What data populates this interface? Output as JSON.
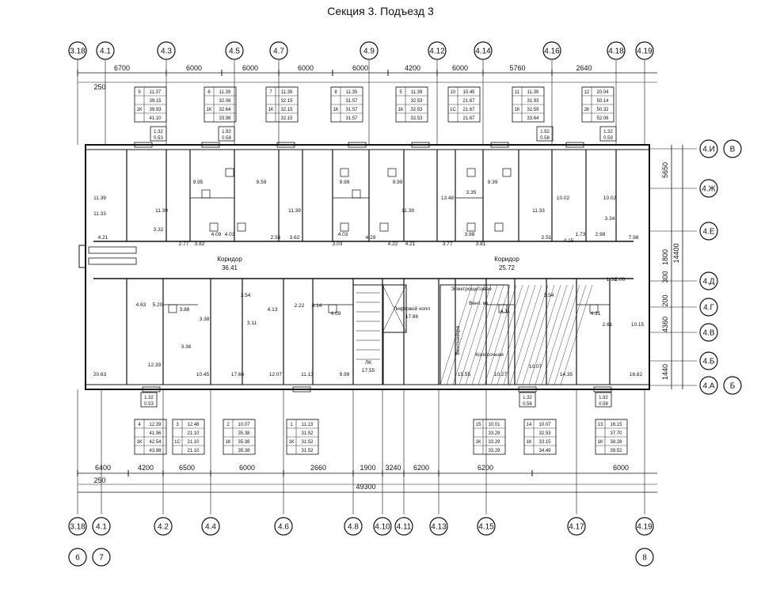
{
  "title": "Секция 3. Подъезд 3",
  "top_axes": [
    "3.18",
    "4.1",
    "4.3",
    "4.5",
    "4.7",
    "4.9",
    "4.12",
    "4.14",
    "4.16",
    "4.18",
    "4.19"
  ],
  "bottom_axes": [
    "3.18",
    "4.1",
    "4.2",
    "4.4",
    "4.6",
    "4.8",
    "4.10",
    "4.11",
    "4.13",
    "4.15",
    "4.17",
    "4.19"
  ],
  "bottom_axes_row2": [
    "6",
    "7",
    "8"
  ],
  "right_axes": [
    "4.И",
    "4.Ж",
    "4.Е",
    "4.Д",
    "4.Г",
    "4.В",
    "4.Б",
    "4.А"
  ],
  "right_axes_letters": [
    "В",
    "Б"
  ],
  "top_dims": [
    "6700",
    "6000",
    "6000",
    "6000",
    "6000",
    "4200",
    "6000",
    "5760",
    "2640"
  ],
  "bottom_dims": [
    "6400",
    "4200",
    "6500",
    "6000",
    "2660",
    "1900",
    "3240",
    "6200",
    "6200",
    "6000"
  ],
  "total_dim": "49300",
  "offset_dim": "250",
  "right_dims": [
    "5650",
    "300",
    "1800",
    "200",
    "4360",
    "1440",
    "14400"
  ],
  "top_stamps": [
    {
      "rows": [
        [
          "5",
          "11.37"
        ],
        [
          "",
          "39.15"
        ],
        [
          "1К",
          "39.93"
        ],
        [
          "",
          "41.10"
        ]
      ]
    },
    {
      "rows": [
        [
          "6",
          "11.39"
        ],
        [
          "",
          "32.06"
        ],
        [
          "1К",
          "32.64"
        ],
        [
          "",
          "33.98"
        ]
      ]
    },
    {
      "rows": [
        [
          "7",
          "11.39"
        ],
        [
          "",
          "32.15"
        ],
        [
          "1К",
          "32.15"
        ],
        [
          "",
          "32.15"
        ]
      ]
    },
    {
      "rows": [
        [
          "8",
          "11.35"
        ],
        [
          "",
          "31.57"
        ],
        [
          "1К",
          "31.57"
        ],
        [
          "",
          "31.57"
        ]
      ]
    },
    {
      "rows": [
        [
          "5",
          "11.39"
        ],
        [
          "",
          "32.53"
        ],
        [
          "1К",
          "32.53"
        ],
        [
          "",
          "32.53"
        ]
      ]
    },
    {
      "rows": [
        [
          "10",
          "10.45"
        ],
        [
          "",
          "21.67"
        ],
        [
          "1С",
          "21.67"
        ],
        [
          "",
          "21.67"
        ]
      ]
    },
    {
      "rows": [
        [
          "11",
          "11.39"
        ],
        [
          "",
          "31.93"
        ],
        [
          "1К",
          "32.59"
        ],
        [
          "",
          "33.64"
        ]
      ]
    },
    {
      "rows": [
        [
          "12",
          "20.04"
        ],
        [
          "",
          "50.14"
        ],
        [
          "2К",
          "50.32"
        ],
        [
          "",
          "52.06"
        ]
      ]
    }
  ],
  "bottom_stamps": [
    {
      "rows": [
        [
          "4",
          "12.39"
        ],
        [
          "",
          "41.96"
        ],
        [
          "1К",
          "42.54"
        ],
        [
          "",
          "43.88"
        ]
      ]
    },
    {
      "rows": [
        [
          "3",
          "12.48"
        ],
        [
          "",
          "21.10"
        ],
        [
          "1С",
          "21.10"
        ],
        [
          "",
          "21.10"
        ]
      ]
    },
    {
      "rows": [
        [
          "2",
          "10.07"
        ],
        [
          "",
          "35.38"
        ],
        [
          "1К",
          "35.38"
        ],
        [
          "",
          "35.38"
        ]
      ]
    },
    {
      "rows": [
        [
          "1",
          "11.13"
        ],
        [
          "",
          "31.52"
        ],
        [
          "1К",
          "31.52"
        ],
        [
          "",
          "31.52"
        ]
      ]
    },
    {
      "rows": [
        [
          "15",
          "10.01"
        ],
        [
          "",
          "33.29"
        ],
        [
          "1К",
          "33.29"
        ],
        [
          "",
          "33.29"
        ]
      ]
    },
    {
      "rows": [
        [
          "14",
          "10.07"
        ],
        [
          "",
          "32.53"
        ],
        [
          "1К",
          "33.15"
        ],
        [
          "",
          "34.49"
        ]
      ]
    },
    {
      "rows": [
        [
          "13",
          "16.15"
        ],
        [
          "",
          "37.70"
        ],
        [
          "1К",
          "38.28"
        ],
        [
          "",
          "39.52"
        ]
      ]
    }
  ],
  "balcony_stamps_top": [
    [
      "1.32",
      "0.53"
    ],
    [
      "1.92",
      "0.58"
    ],
    [
      "1.92",
      "0.58"
    ],
    [
      "1.32",
      "0.59"
    ]
  ],
  "balcony_stamps_bottom": [
    [
      "1.32",
      "0.53"
    ],
    [
      "1.32",
      "0.56"
    ],
    [
      "1.92",
      "0.58"
    ]
  ],
  "rooms": {
    "corridor_left": "Коридор",
    "corridor_left_area": "36.41",
    "corridor_right": "Коридор",
    "corridor_right_area": "25.72",
    "elevator": "Лифтовой холл",
    "elevator_area": "17.86",
    "stair": "ЛК",
    "stair_area": "17.55",
    "electric": "Электрощитовая",
    "vent": "Венткамера",
    "utility": "Колясочная",
    "other": "Вент. кн."
  },
  "room_areas_top": [
    "11.33",
    "9.95",
    "9.59",
    "9.99",
    "9.99",
    "11.39",
    "11.39",
    "13.48",
    "9.39",
    "11.33",
    "10.02",
    "10.02",
    "11.39",
    "11.39",
    "3.34",
    "3.35"
  ],
  "room_areas_mid": [
    "4.21",
    "3.32",
    "2.77",
    "3.82",
    "4.09",
    "4.03",
    "2.56",
    "3.62",
    "4.03",
    "3.03",
    "4.29",
    "4.22",
    "4.21",
    "3.77",
    "3.88",
    "3.81",
    "2.51",
    "4.15",
    "1.73",
    "2.98",
    "7.98"
  ],
  "room_areas_bottom": [
    "20.63",
    "12.39",
    "10.45",
    "17.66",
    "12.07",
    "11.13",
    "9.99",
    "15.55",
    "10.27",
    "10.07",
    "14.35",
    "16.82",
    "3.88",
    "3.36",
    "3.38",
    "3.54",
    "4.13",
    "3.11",
    "2.22",
    "4.14",
    "4.09",
    "4.11",
    "3.54",
    "4.31",
    "2.61",
    "10.15",
    "1.38",
    "2.00",
    "5.20",
    "4.63"
  ]
}
